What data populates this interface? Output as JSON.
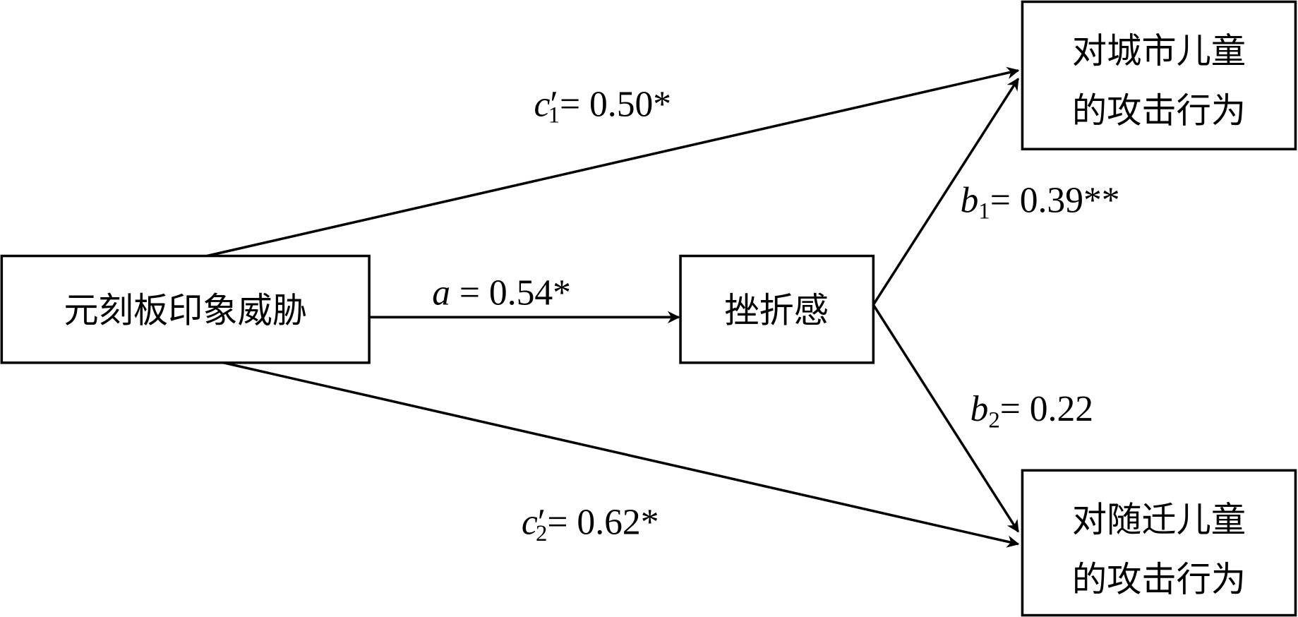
{
  "nodes": {
    "predictor": "元刻板印象威胁",
    "mediator": "挫折感",
    "outcome1": [
      "对城市儿童",
      "的攻击行为"
    ],
    "outcome2": [
      "对随迁儿童",
      "的攻击行为"
    ]
  },
  "paths": {
    "a": {
      "sym": "a",
      "sub": "",
      "prime": "",
      "value": " = 0.54*"
    },
    "b1": {
      "sym": "b",
      "sub": "1",
      "prime": "",
      "value": "= 0.39**"
    },
    "b2": {
      "sym": "b",
      "sub": "2",
      "prime": "",
      "value": "= 0.22"
    },
    "c1": {
      "sym": "c",
      "sub": "1",
      "prime": "′",
      "value": "= 0.50*"
    },
    "c2": {
      "sym": "c",
      "sub": "2",
      "prime": "′",
      "value": "= 0.62*"
    }
  }
}
